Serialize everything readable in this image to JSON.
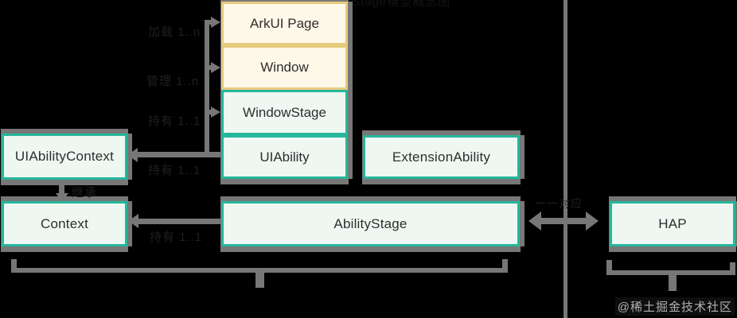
{
  "diagram": {
    "boxes": {
      "arkui_page": {
        "label": "ArkUI Page"
      },
      "window": {
        "label": "Window"
      },
      "window_stage": {
        "label": "WindowStage"
      },
      "uiability": {
        "label": "UIAbility"
      },
      "extension_ability": {
        "label": "ExtensionAbility"
      },
      "uiability_context": {
        "label": "UIAbilityContext"
      },
      "context": {
        "label": "Context"
      },
      "ability_stage": {
        "label": "AbilityStage"
      },
      "hap": {
        "label": "HAP"
      }
    },
    "edge_labels": {
      "load_page": "加载 1..n",
      "manage_window": "管理 1..n",
      "hold_window_stage": "持有 1..1",
      "hold_context": "持有 1..1",
      "inherit": "继承",
      "stage_hold_context": "持有 1..1",
      "one_to_one": "一一对应"
    },
    "clipped_caption": "Stage模型概念图",
    "watermark": "@稀土掘金技术社区",
    "colors": {
      "background": "#000000",
      "teal_border": "#25b79c",
      "mint_fill": "#eef7f1",
      "yellow_border": "#e6ca7d",
      "cream_fill": "#fdf8e8",
      "connector_gray": "#777777",
      "box_text": "#2e2e2e",
      "edge_label_text": "#1f1f1f",
      "watermark_text": "#b2b2b2"
    }
  }
}
